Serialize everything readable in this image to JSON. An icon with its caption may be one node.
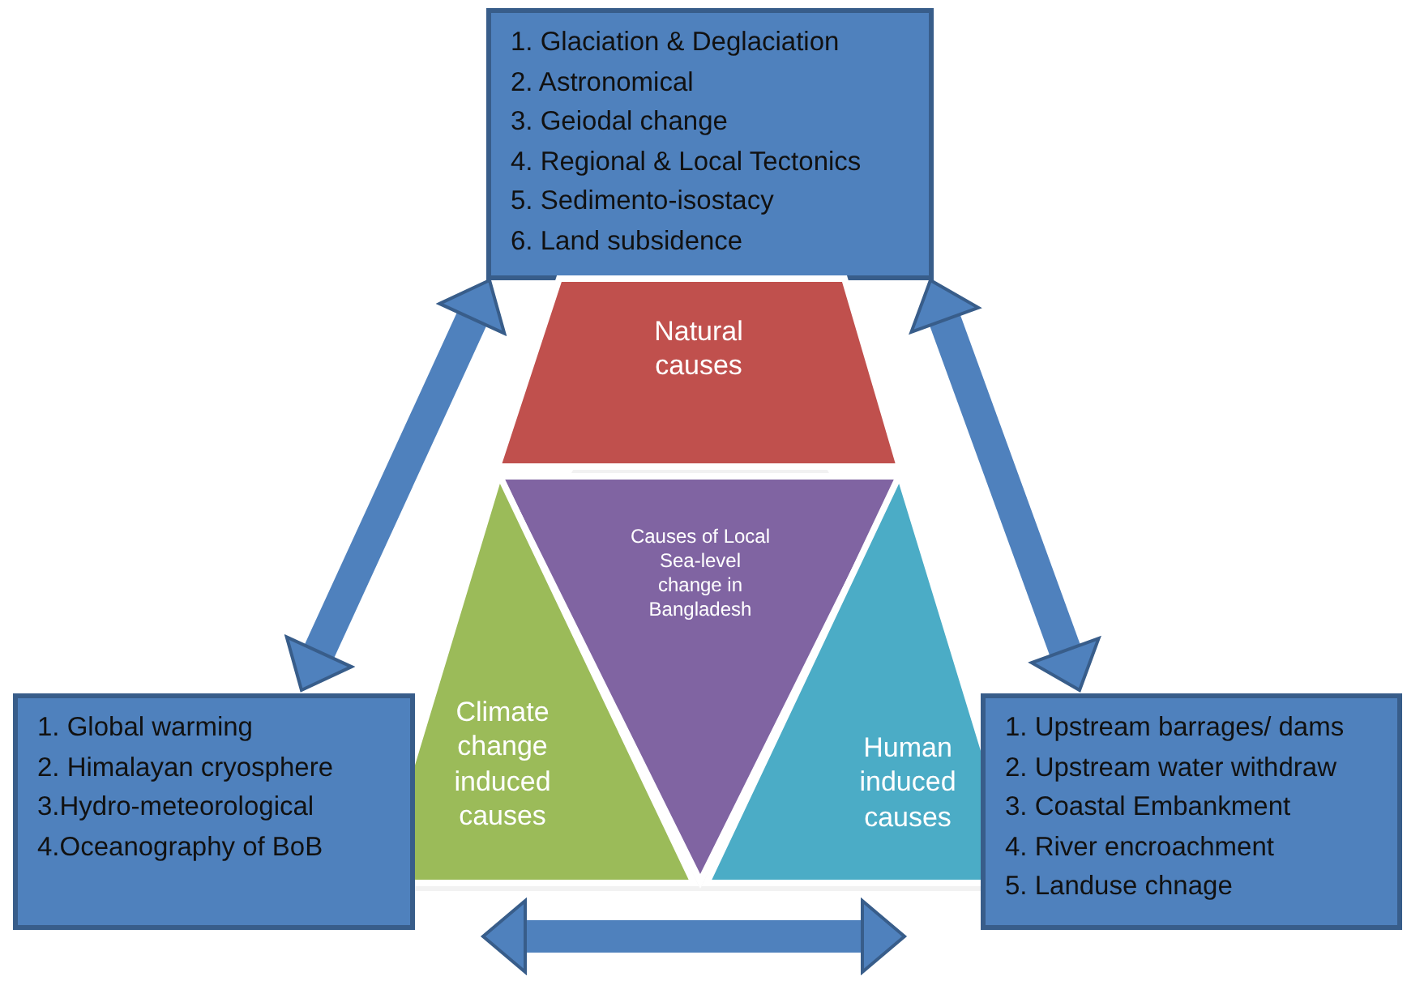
{
  "diagram": {
    "nodes": [
      {
        "text": [
          "1.  Glaciation & Deglaciation",
          "2. Astronomical",
          "3. Geiodal change",
          "4. Regional & Local Tectonics",
          "5. Sedimento-isostacy",
          "6. Land subsidence"
        ]
      },
      {
        "text": [
          "Natural causes"
        ]
      },
      {
        "text": [
          "Causes of Local Sea-level change in Bangladesh"
        ]
      },
      {
        "text": [
          "Climate change induced causes"
        ]
      },
      {
        "text": [
          "Human induced causes"
        ]
      },
      {
        "text": [
          "1. Global warming",
          "2. Himalayan  cryosphere",
          "3.Hydro-meteorological",
          "4.Oceanography of BoB"
        ]
      },
      {
        "text": [
          "1. Upstream barrages/ dams",
          "2. Upstream water withdraw",
          "3. Coastal Embankment",
          "4. River encroachment",
          "5. Landuse chnage"
        ]
      }
    ],
    "edges": [
      {
        "from": 0,
        "to": 5,
        "arrow": "both"
      },
      {
        "from": 0,
        "to": 6,
        "arrow": "both"
      },
      {
        "from": 5,
        "to": 6,
        "arrow": "both"
      }
    ]
  }
}
